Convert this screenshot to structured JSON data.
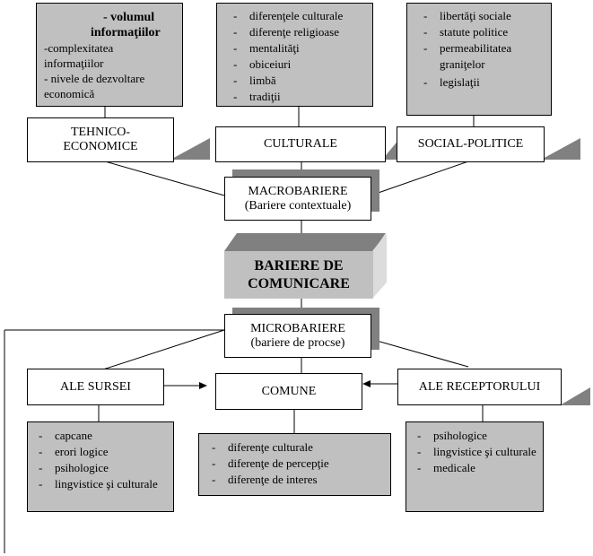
{
  "top_left": {
    "heading_line1": "- volumul",
    "heading_line2": "informaţiilor",
    "items": [
      "-complexitatea",
      "informaţiilor",
      "- nivele de dezvoltare",
      "economică"
    ]
  },
  "top_middle": {
    "items": [
      "diferenţele culturale",
      "diferenţe religioase",
      "mentalităţi",
      "obiceiuri",
      "limbă",
      "tradiţii"
    ]
  },
  "top_right": {
    "items": [
      "libertăţi sociale",
      "statute politice",
      "permeabilitatea graniţelor",
      "legislaţii"
    ]
  },
  "categories": {
    "tehnico_line1": "TEHNICO-",
    "tehnico_line2": "ECONOMICE",
    "culturale": "CULTURALE",
    "social": "SOCIAL-POLITICE"
  },
  "macro": {
    "line1": "MACROBARIERE",
    "line2": "(Bariere contextuale)"
  },
  "center": {
    "line1": "BARIERE DE",
    "line2": "COMUNICARE"
  },
  "micro": {
    "line1": "MICROBARIERE",
    "line2": "(bariere de procse)"
  },
  "sources": {
    "sursei": "ALE SURSEI",
    "comune": "COMUNE",
    "receptor": "ALE RECEPTORULUI"
  },
  "bottom_left": {
    "items": [
      "capcane",
      "erori logice",
      "psihologice",
      "lingvistice şi culturale"
    ]
  },
  "bottom_middle": {
    "items": [
      "diferenţe culturale",
      "diferenţe de percepţie",
      "diferenţe de interes"
    ]
  },
  "bottom_right": {
    "items": [
      "psihologice",
      "lingvistice şi culturale",
      "medicale"
    ]
  }
}
